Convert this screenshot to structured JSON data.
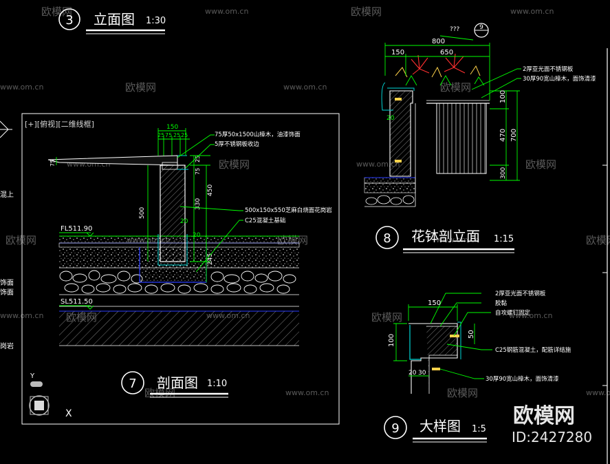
{
  "viewport": {
    "label": "[+][俯视][二维线框]"
  },
  "views": {
    "v3": {
      "num": "3",
      "title": "立面图",
      "scale": "1:30"
    },
    "v7": {
      "num": "7",
      "title": "剖面图",
      "scale": "1:10"
    },
    "v8": {
      "num": "8",
      "title": "花钵剖立面",
      "scale": "1:15"
    },
    "v9": {
      "num": "9",
      "title": "大样图",
      "scale": "1:5"
    }
  },
  "section7": {
    "dims": {
      "d150": "150",
      "d25a": "25",
      "d75a": "75",
      "d25b": "25",
      "d25c": "25",
      "d25_v": "25",
      "d75_v": "75",
      "d75_l": "75",
      "d500": "500",
      "d330": "330",
      "d450": "450",
      "d20a": "20",
      "d20b": "20",
      "d245": "245"
    },
    "notes": {
      "n1": "75厚50x1500山樟木，油漆饰面",
      "n2": "5厚不锈钢板收边",
      "n3": "500x150x550芝麻白烧面花岗岩",
      "n4": "C25混凝土基础"
    },
    "levels": {
      "fl": "FL511.90",
      "sl": "SL511.50"
    }
  },
  "planter8": {
    "dims": {
      "d800": "800",
      "d150": "150",
      "d650": "650",
      "d100": "100",
      "d470": "470",
      "d700": "700",
      "d300": "300",
      "d20": "20",
      "q": "???"
    },
    "ref": "9",
    "notes": {
      "n1": "2厚亚光面不锈钢板",
      "n2": "30厚90宽山樟木，面饰清漆"
    }
  },
  "detail9": {
    "dims": {
      "d150": "150",
      "d100": "100",
      "d50": "50",
      "d20": "20",
      "d30": "30"
    },
    "notes": {
      "n1": "2厚亚光面不锈钢板",
      "n2": "胶黏",
      "n3": "自攻螺钉固定",
      "n4": "C25钢筋混凝土，配筋详结施",
      "n5": "30厚90宽山樟木，面饰清漆"
    }
  },
  "left_fragments": {
    "f1": "混上",
    "f2": "饰面",
    "f3": "饰面",
    "f4": "岗岩"
  },
  "watermarks": {
    "site": "www.om.cn",
    "brand": "欧模网",
    "id": "ID:2427280"
  },
  "ucs": {
    "y": "Y",
    "x": "X"
  },
  "colors": {
    "background": "#000000",
    "green": "#00ff00",
    "cyan": "#00d8d8",
    "blue": "#2a3cff",
    "white": "#ffffff",
    "yellow": "#ffd24a",
    "red": "#ff3030",
    "gray": "#8a8a8a"
  }
}
